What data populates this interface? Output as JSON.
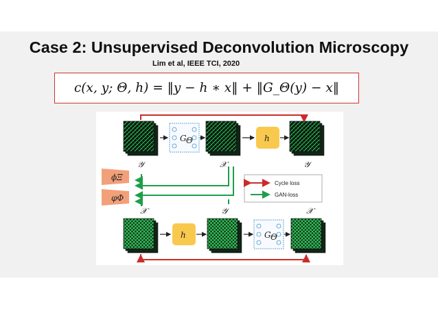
{
  "slide": {
    "title": "Case 2: Unsupervised Deconvolution Microscopy",
    "citation": "Lim et al, IEEE TCI, 2020",
    "equation": "c(x, y; Θ, h) = ‖y − h ∗ x‖ + ‖G_Θ(y) − x‖"
  },
  "figure": {
    "top_row_labels": [
      "𝒴",
      "𝒳",
      "𝒴"
    ],
    "bottom_row_labels": [
      "𝒳",
      "𝒴",
      "𝒳"
    ],
    "generator_label": "G",
    "generator_subscript": "Θ",
    "blur_label": "h",
    "discriminators": [
      "ϕΞ",
      "φΦ"
    ],
    "legend": {
      "cycle": "Cycle loss",
      "gan": "GAN-loss"
    },
    "colors": {
      "cycle": "#cc2b2b",
      "gan": "#1e9e4a",
      "h_box": "#f9c94e",
      "discriminator": "#f2a07a",
      "frame_border": "#cc3333"
    }
  }
}
